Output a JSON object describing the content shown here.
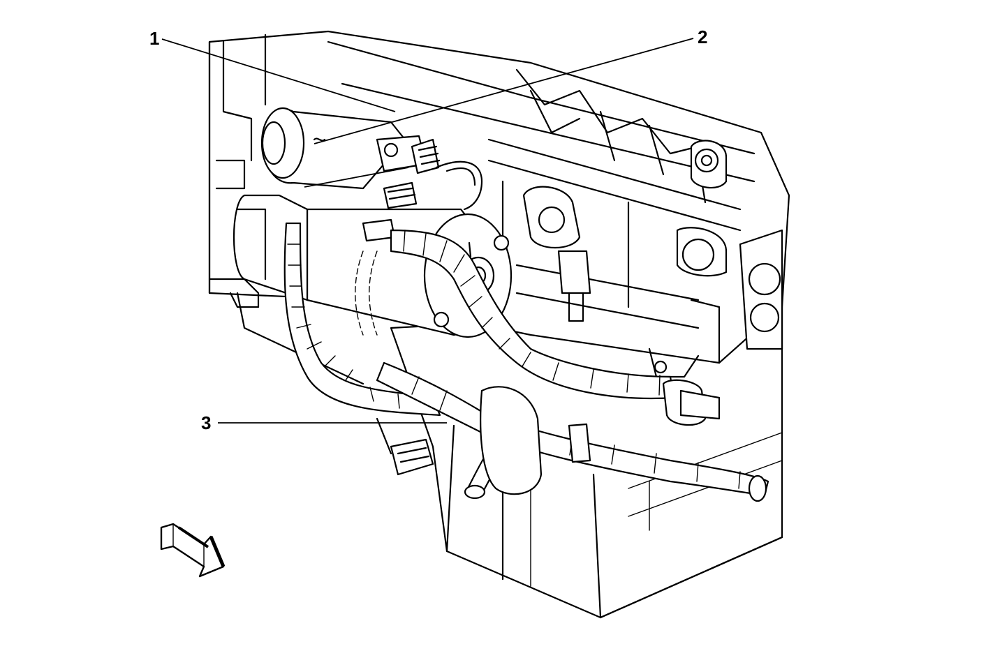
{
  "diagram": {
    "callouts": [
      {
        "id": "1",
        "label": "1"
      },
      {
        "id": "2",
        "label": "2"
      },
      {
        "id": "3",
        "label": "3"
      }
    ],
    "direction_icon": "front-of-vehicle-arrow-icon"
  }
}
